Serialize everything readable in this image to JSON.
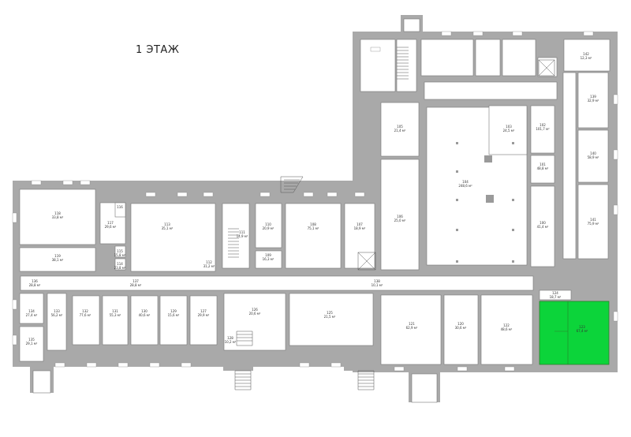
{
  "title": "1 ЭТАЖ",
  "colors": {
    "wall": "#a9a9a9",
    "room": "#ffffff",
    "highlight": "#0cd43a"
  },
  "rooms": [
    {
      "id": "118",
      "area": "33,8 м²"
    },
    {
      "id": "119",
      "area": "38,1 м²"
    },
    {
      "id": "117",
      "area": "29,6 м²"
    },
    {
      "id": "116",
      "area": ""
    },
    {
      "id": "115",
      "area": "15,8 м²"
    },
    {
      "id": "114",
      "area": "23,8 м²"
    },
    {
      "id": "113",
      "area": "35,1 м²"
    },
    {
      "id": "112",
      "area": "31,2 м²"
    },
    {
      "id": "111",
      "area": "14,9 м²"
    },
    {
      "id": "110",
      "area": "20,9 м²"
    },
    {
      "id": "109",
      "area": "16,3 м²"
    },
    {
      "id": "108",
      "area": "75,1 м²"
    },
    {
      "id": "107",
      "area": "18,9 м²"
    },
    {
      "id": "106",
      "area": "25,0 м²"
    },
    {
      "id": "105",
      "area": "21,4 м²"
    },
    {
      "id": "104",
      "area": "248,6 м²"
    },
    {
      "id": "103",
      "area": "24,5 м²"
    },
    {
      "id": "102",
      "area": "101,7 м²"
    },
    {
      "id": "101",
      "area": "48,8 м²"
    },
    {
      "id": "100",
      "area": "41,4 м²"
    },
    {
      "id": "121",
      "area": "62,9 м²"
    },
    {
      "id": "120",
      "area": "30,6 м²"
    },
    {
      "id": "122",
      "area": "48,6 м²"
    },
    {
      "id": "123",
      "area": "67,4 м²"
    },
    {
      "id": "124",
      "area": "18,7 м²"
    },
    {
      "id": "125",
      "area": "21,5 м²"
    },
    {
      "id": "126",
      "area": "20,6 м²"
    },
    {
      "id": "127",
      "area": "29,9 м²"
    },
    {
      "id": "128",
      "area": "10,2 м²"
    },
    {
      "id": "129",
      "area": "15,6 м²"
    },
    {
      "id": "130",
      "area": "40,6 м²"
    },
    {
      "id": "131",
      "area": "55,3 м²"
    },
    {
      "id": "132",
      "area": "77,6 м²"
    },
    {
      "id": "133",
      "area": "56,2 м²"
    },
    {
      "id": "134",
      "area": "27,4 м²"
    },
    {
      "id": "135",
      "area": "29,1 м²"
    },
    {
      "id": "136",
      "area": "28,8 м²"
    },
    {
      "id": "137",
      "area": "28,8 м²"
    },
    {
      "id": "138",
      "area": "10,1 м²"
    },
    {
      "id": "139",
      "area": "32,9 м²"
    },
    {
      "id": "140",
      "area": "58,9 м²"
    },
    {
      "id": "141",
      "area": "75,9 м²"
    },
    {
      "id": "142",
      "area": "12,3 м²"
    }
  ]
}
